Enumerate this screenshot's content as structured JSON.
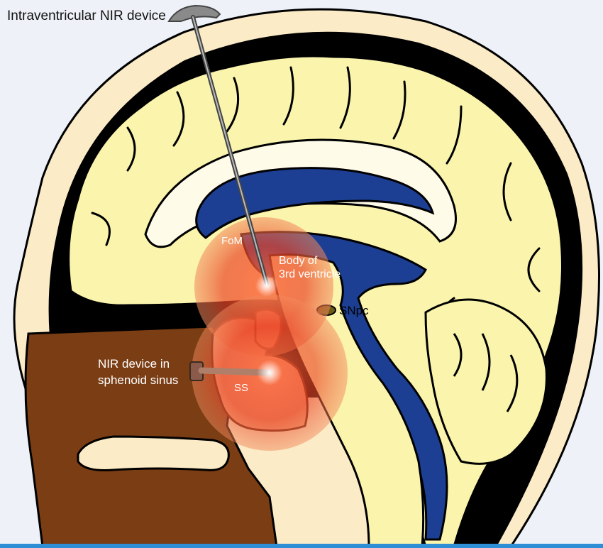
{
  "labels": {
    "intraventricular": "Intraventricular NIR device",
    "fom": "FoM",
    "body_line1": "Body of",
    "body_line2": "3rd  ventricle",
    "snpc": "SNpc",
    "sphenoid_line1": "NIR device in",
    "sphenoid_line2": "sphenoid sinus",
    "ss": "SS"
  },
  "colors": {
    "background": "#eef2f8",
    "skin": "#fbebc6",
    "outline": "#000000",
    "brain": "#faf4ad",
    "ventricle": "#1c3f94",
    "white_matter": "#fffbe9",
    "jaw": "#7a3d14",
    "glow": "#e6361d",
    "probe": "#5a5a5a"
  }
}
